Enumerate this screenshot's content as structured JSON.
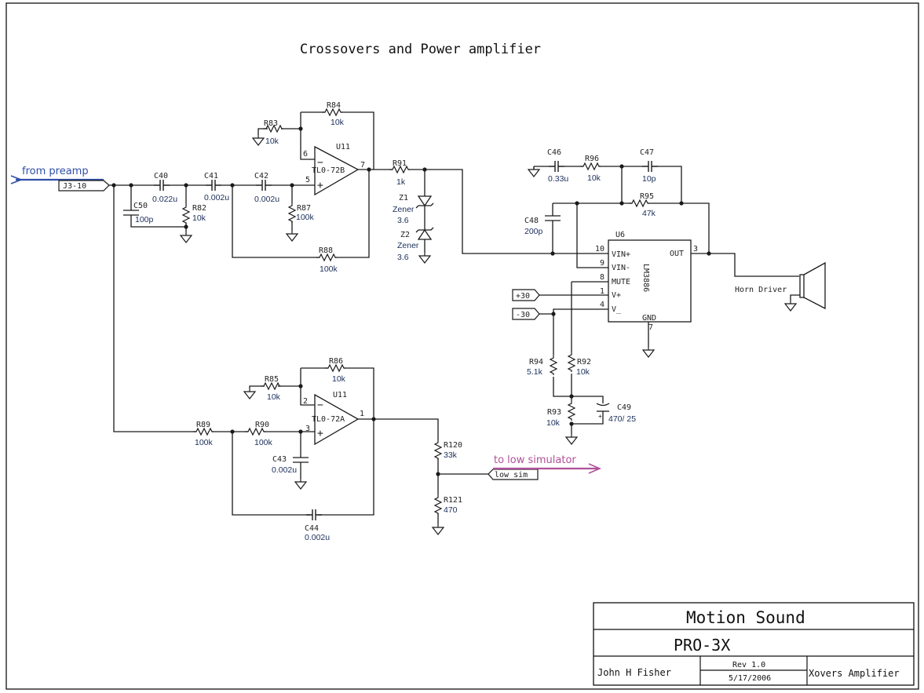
{
  "title": "Crossovers and Power amplifier",
  "annotations": {
    "from_preamp": "from preamp",
    "to_low_simulator": "to low simulator",
    "from_color": "#2f4fa8",
    "to_color": "#b0509a"
  },
  "ports": {
    "j3": "J3-10",
    "low_sim": "low sim",
    "p30": "+30",
    "n30": "-30"
  },
  "components": {
    "C40": {
      "ref": "C40",
      "val": "0.022u"
    },
    "C41": {
      "ref": "C41",
      "val": "0.002u"
    },
    "C42": {
      "ref": "C42",
      "val": "0.002u"
    },
    "C50": {
      "ref": "C50",
      "val": "100p"
    },
    "R82": {
      "ref": "R82",
      "val": "10k"
    },
    "R83": {
      "ref": "R83",
      "val": "10k"
    },
    "R84": {
      "ref": "R84",
      "val": "10k"
    },
    "R87": {
      "ref": "R87",
      "val": "100k"
    },
    "R88": {
      "ref": "R88",
      "val": "100k"
    },
    "R91": {
      "ref": "R91",
      "val": "1k"
    },
    "Z1": {
      "ref": "Z1",
      "type": "Zener",
      "val": "3.6"
    },
    "Z2": {
      "ref": "Z2",
      "type": "Zener",
      "val": "3.6"
    },
    "U11B": {
      "ref": "U11",
      "part": "TL0-72B",
      "pin_minus": "6",
      "pin_plus": "5",
      "pin_out": "7"
    },
    "U11A": {
      "ref": "U11",
      "part": "TL0-72A",
      "pin_minus": "2",
      "pin_plus": "3",
      "pin_out": "1"
    },
    "C46": {
      "ref": "C46",
      "val": "0.33u"
    },
    "R96": {
      "ref": "R96",
      "val": "10k"
    },
    "C47": {
      "ref": "C47",
      "val": "10p"
    },
    "R95": {
      "ref": "R95",
      "val": "47k"
    },
    "C48": {
      "ref": "C48",
      "val": "200p"
    },
    "U6": {
      "ref": "U6",
      "part": "LM3886",
      "pins": [
        {
          "num": "10",
          "name": "VIN+"
        },
        {
          "num": "9",
          "name": "VIN-"
        },
        {
          "num": "8",
          "name": "MUTE"
        },
        {
          "num": "1",
          "name": "V+"
        },
        {
          "num": "4",
          "name": "V_"
        }
      ],
      "out_name": "OUT",
      "out_num": "3",
      "gnd_name": "GND",
      "gnd_num": "7"
    },
    "R94": {
      "ref": "R94",
      "val": "5.1k"
    },
    "R92": {
      "ref": "R92",
      "val": "10k"
    },
    "R93": {
      "ref": "R93",
      "val": "10k"
    },
    "C49": {
      "ref": "C49",
      "val": "470/ 25"
    },
    "R85": {
      "ref": "R85",
      "val": "10k"
    },
    "R86": {
      "ref": "R86",
      "val": "10k"
    },
    "R89": {
      "ref": "R89",
      "val": "100k"
    },
    "R90": {
      "ref": "R90",
      "val": "100k"
    },
    "C43": {
      "ref": "C43",
      "val": "0.002u"
    },
    "C44": {
      "ref": "C44",
      "val": "0.002u"
    },
    "R120": {
      "ref": "R120",
      "val": "33k"
    },
    "R121": {
      "ref": "R121",
      "val": "470"
    },
    "speaker": {
      "label": "Horn Driver"
    }
  },
  "title_block": {
    "company": "Motion Sound",
    "product": "PRO-3X",
    "author": "John H Fisher",
    "rev": "Rev 1.0",
    "date": "5/17/2006",
    "sheet": "Xovers Amplifier"
  }
}
